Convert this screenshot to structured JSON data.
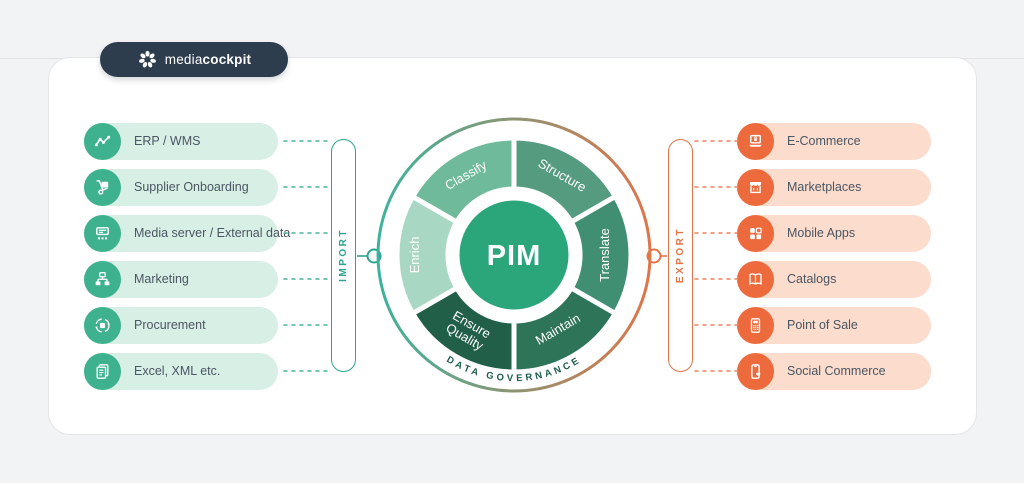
{
  "logo": {
    "brand_light": "media",
    "brand_bold": "cockpit",
    "bg_color": "#2d3d4e"
  },
  "import": {
    "bracket_label": "IMPORT",
    "accent_color": "#2ca58e",
    "icon_circle_color": "#3eb28f",
    "pill_color": "#d8efe5",
    "items": [
      {
        "label": "ERP / WMS",
        "icon": "erp-wms-icon"
      },
      {
        "label": "Supplier Onboarding",
        "icon": "supplier-onboarding-icon"
      },
      {
        "label": "Media server / External data",
        "icon": "media-server-icon"
      },
      {
        "label": "Marketing",
        "icon": "marketing-icon"
      },
      {
        "label": "Procurement",
        "icon": "procurement-icon"
      },
      {
        "label": "Excel, XML etc.",
        "icon": "documents-icon"
      }
    ]
  },
  "export": {
    "bracket_label": "EXPORT",
    "accent_color": "#e2744a",
    "icon_circle_color": "#ed6a3c",
    "pill_color": "#fbdccd",
    "items": [
      {
        "label": "E-Commerce",
        "icon": "ecommerce-laptop-icon"
      },
      {
        "label": "Marketplaces",
        "icon": "marketplace-stall-icon"
      },
      {
        "label": "Mobile Apps",
        "icon": "app-grid-icon"
      },
      {
        "label": "Catalogs",
        "icon": "catalog-book-icon"
      },
      {
        "label": "Point of Sale",
        "icon": "pos-terminal-icon"
      },
      {
        "label": "Social Commerce",
        "icon": "phone-heart-icon"
      }
    ]
  },
  "wheel": {
    "center_label": "PIM",
    "center_color": "#2ba57a",
    "bottom_arc_label": "DATA GOVERNANCE",
    "ring_gradient": {
      "start": "#3cb39b",
      "end": "#df7549"
    },
    "segments": [
      {
        "label": "Classify",
        "color": "#6fba9a"
      },
      {
        "label": "Structure",
        "color": "#549b80"
      },
      {
        "label": "Translate",
        "color": "#418f72"
      },
      {
        "label": "Maintain",
        "color": "#2d7458"
      },
      {
        "label": "Ensure Quality",
        "lines": [
          "Ensure",
          "Quality"
        ],
        "color": "#215f49"
      },
      {
        "label": "Enrich",
        "color": "#a8d8c3"
      }
    ]
  }
}
